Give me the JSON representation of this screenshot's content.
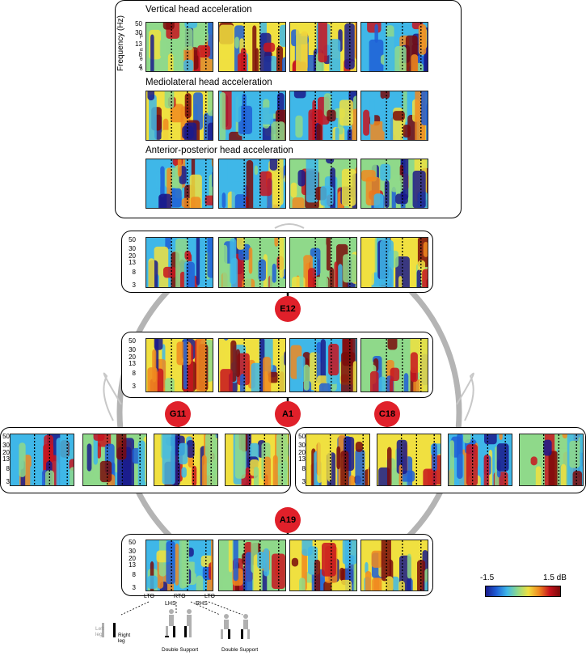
{
  "head_accel": {
    "y_axis_label": "Frequency (Hz)",
    "freq_ticks": [
      "50",
      "30",
      "13",
      "8",
      "4"
    ],
    "band_labels": [
      "β",
      "α",
      "θ",
      "δ"
    ],
    "rows": [
      {
        "title": "Vertical head acceleration"
      },
      {
        "title": "Mediolateral head acceleration"
      },
      {
        "title": "Anterior-posterior head acceleration"
      }
    ]
  },
  "eeg_freq_ticks": [
    "50",
    "30",
    "20",
    "13",
    "8",
    "3"
  ],
  "electrodes": [
    {
      "label": "E12"
    },
    {
      "label": "A1"
    },
    {
      "label": "G11"
    },
    {
      "label": "C18"
    },
    {
      "label": "A19"
    }
  ],
  "colorbar": {
    "min_label": "-1.5",
    "max_label": "1.5 dB",
    "colors": [
      "#1a1a8c",
      "#1f5fd6",
      "#3fb7e8",
      "#8fd98a",
      "#f0e040",
      "#f08a20",
      "#c8141e",
      "#7a0a0a"
    ]
  },
  "gait_events": {
    "labels": [
      "LTO",
      "RTO",
      "LTO"
    ],
    "sub_labels": [
      "LHS",
      "RHS"
    ],
    "legend": {
      "left_leg": "Left leg",
      "right_leg": "Right leg",
      "double_support": "Double Support"
    }
  }
}
